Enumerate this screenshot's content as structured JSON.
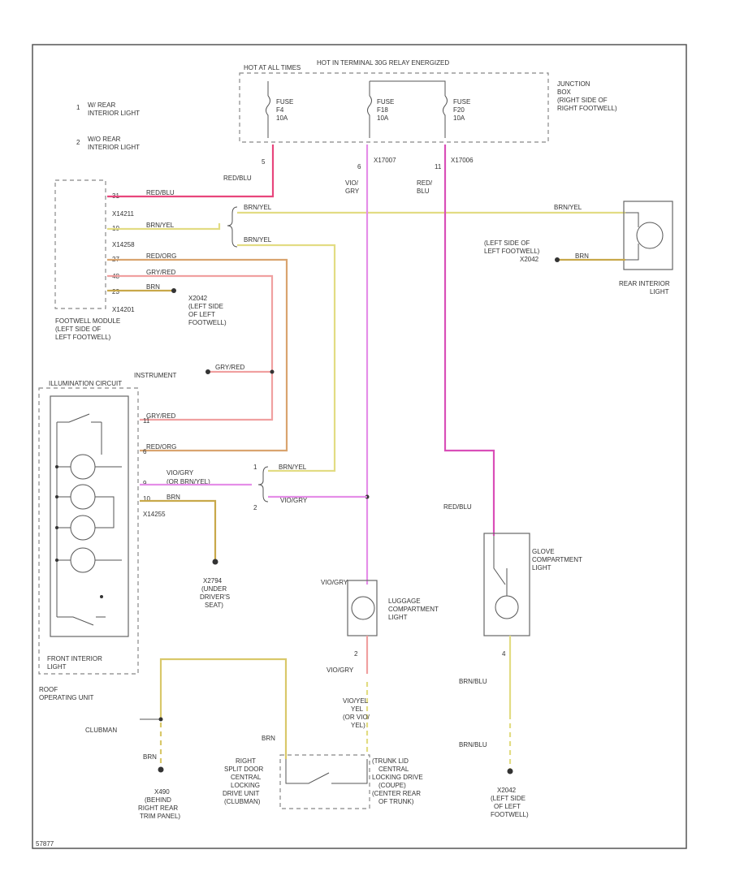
{
  "colors": {
    "red_blu": "#e8467c",
    "vio_gry": "#e58ee8",
    "red_blu_lower": "#d94fb8",
    "brn_yel": "#e2dc83",
    "red_org": "#d9a46f",
    "gry_red": "#f0a0a0",
    "brn": "#c8a84a",
    "frame": "#555555"
  },
  "labels": {
    "hot_at_all_times": "HOT AT ALL TIMES",
    "hot_terminal": "HOT IN TERMINAL 30G RELAY ENERGIZED",
    "fuse1": [
      "FUSE",
      "F4",
      "10A"
    ],
    "fuse2": [
      "FUSE",
      "F18",
      "10A"
    ],
    "fuse3": [
      "FUSE",
      "F20",
      "10A"
    ],
    "junction_box": [
      "JUNCTION",
      "BOX",
      "(RIGHT SIDE OF",
      "RIGHT FOOTWELL)"
    ],
    "legend_1": [
      "W/ REAR",
      "INTERIOR LIGHT"
    ],
    "legend_2": [
      "W/O REAR",
      "INTERIOR LIGHT"
    ],
    "legend_num1": "1",
    "legend_num2": "2",
    "pin_5": "5",
    "pin_6": "6",
    "pin_11": "11",
    "conn_x17007": "X17007",
    "conn_x17006": "X17006",
    "red_blu": "RED/BLU",
    "vio_gry_v": [
      "VIO/",
      "GRY"
    ],
    "red_blu_v": [
      "RED/",
      "BLU"
    ],
    "red_blu_short": "RED/BLU",
    "brn_yel": "BRN/YEL",
    "red_org": "RED/ORG",
    "gry_red": "GRY/RED",
    "brn": "BRN",
    "footwell_pins": [
      "31",
      "X14211",
      "10",
      "X14258",
      "27",
      "48",
      "23",
      "X14201"
    ],
    "footwell_module": [
      "FOOTWELL MODULE",
      "(LEFT SIDE OF",
      "LEFT FOOTWELL)"
    ],
    "x2042_left": [
      "X2042",
      "(LEFT SIDE",
      "OF LEFT",
      "FOOTWELL)"
    ],
    "left_side_footwell": [
      "(LEFT SIDE OF",
      "LEFT FOOTWELL)",
      "X2042"
    ],
    "rear_interior_light": [
      "REAR INTERIOR",
      "LIGHT"
    ],
    "instrument_illum": [
      "INSTRUMENT",
      "ILLUMINATION CIRCUIT"
    ],
    "roof_pins": [
      "11",
      "6",
      "9",
      "10",
      "X14255"
    ],
    "vio_gry_h": "VIO/GRY",
    "or_brn_yel": "(OR BRN/YEL)",
    "x2794": [
      "X2794",
      "(UNDER",
      "DRIVER'S",
      "SEAT)"
    ],
    "front_interior_light": [
      "FRONT INTERIOR",
      "LIGHT"
    ],
    "roof_operating_unit": [
      "ROOF",
      "OPERATING UNIT"
    ],
    "luggage_light": [
      "LUGGAGE",
      "COMPARTMENT",
      "LIGHT"
    ],
    "glove_light": [
      "GLOVE",
      "COMPARTMENT",
      "LIGHT"
    ],
    "vio_yel": [
      "VIO/YEL",
      "YEL",
      "(OR VIO/",
      "YEL)"
    ],
    "brn_blu": "BRN/BLU",
    "x2042_bottom": [
      "X2042",
      "(LEFT SIDE",
      "OF LEFT",
      "FOOTWELL)"
    ],
    "clubman": "CLUBMAN",
    "x490": [
      "X490",
      "(BEHIND",
      "RIGHT REAR",
      "TRIM PANEL)"
    ],
    "right_split_door": [
      "RIGHT",
      "SPLIT DOOR",
      "CENTRAL",
      "LOCKING",
      "DRIVE UNIT",
      "(CLUBMAN)"
    ],
    "trunk_lid": [
      "(TRUNK LID",
      "CENTRAL",
      "LOCKING DRIVE",
      "(COUPE)",
      "(CENTER REAR",
      "OF TRUNK)"
    ],
    "footnote": "57877"
  }
}
